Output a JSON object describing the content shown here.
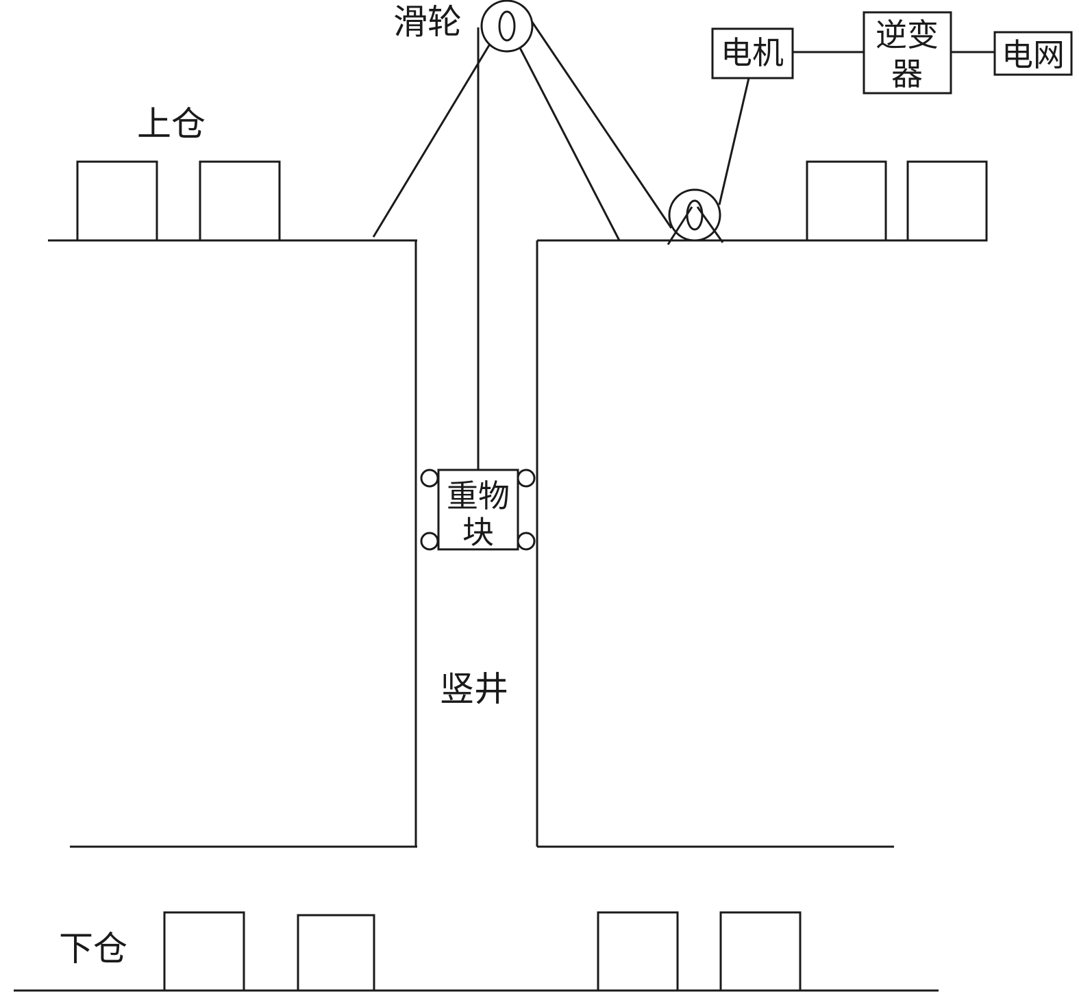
{
  "labels": {
    "pulley": "滑轮",
    "upper_storage": "上仓",
    "lower_storage": "下仓",
    "shaft": "竖井",
    "motor": "电机",
    "inverter_line1": "逆变",
    "inverter_line2": "器",
    "grid": "电网",
    "weight_line1": "重物",
    "weight_line2": "块"
  }
}
